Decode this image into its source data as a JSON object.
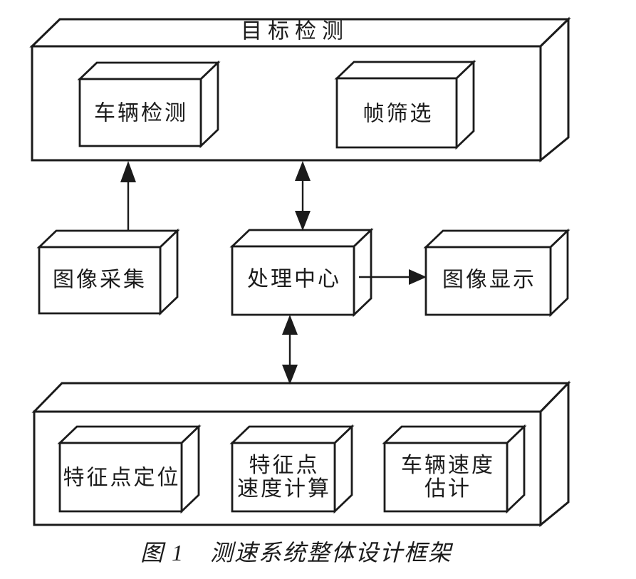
{
  "colors": {
    "stroke": "#1b1b1b",
    "background": "#ffffff"
  },
  "diagram": {
    "type": "block-diagram",
    "top_container": {
      "title": "目标检测"
    },
    "nodes": {
      "vehicle_detection": {
        "label": "车辆检测"
      },
      "frame_filter": {
        "label": "帧筛选"
      },
      "image_capture": {
        "label": "图像采集"
      },
      "processing_center": {
        "label": "处理中心"
      },
      "image_display": {
        "label": "图像显示"
      },
      "feature_point_location": {
        "label": "特征点定位"
      },
      "feature_point_speed": {
        "line1": "特征点",
        "line2": "速度计算"
      },
      "vehicle_speed_estimate": {
        "line1": "车辆速度",
        "line2": "估计"
      }
    },
    "connections": [
      {
        "from": "image_capture",
        "to": "target_detection",
        "style": "single-arrow-up"
      },
      {
        "from": "target_detection",
        "to": "processing_center",
        "style": "double-arrow-vertical"
      },
      {
        "from": "processing_center",
        "to": "image_display",
        "style": "single-arrow-right"
      },
      {
        "from": "processing_center",
        "to": "speed_pipeline",
        "style": "double-arrow-vertical"
      }
    ]
  },
  "caption": {
    "label": "图 1",
    "text": "测速系统整体设计框架"
  }
}
